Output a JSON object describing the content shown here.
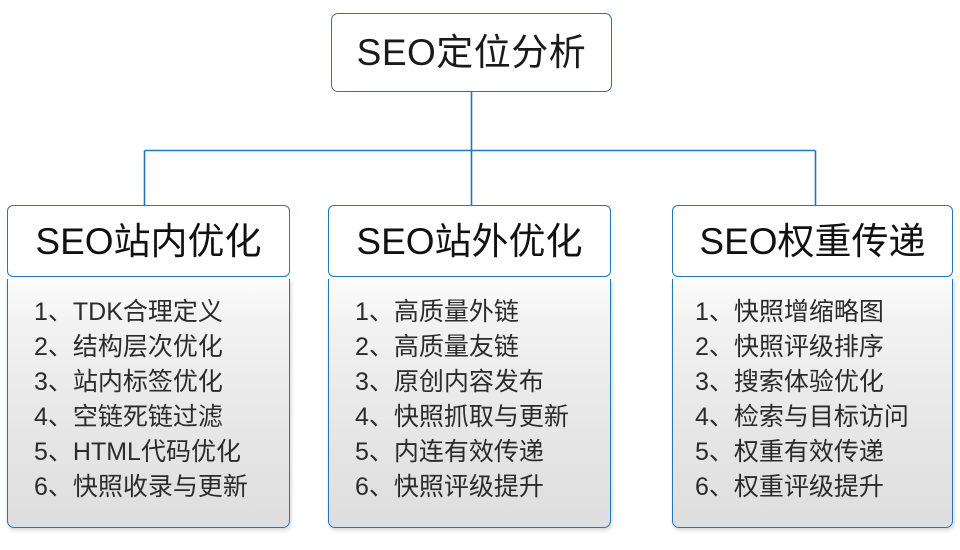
{
  "diagram": {
    "type": "org-tree",
    "root": {
      "label": "SEO定位分析"
    },
    "branches": [
      {
        "title": "SEO站内优化",
        "items": [
          "1、TDK合理定义",
          "2、结构层次优化",
          "3、站内标签优化",
          "4、空链死链过滤",
          "5、HTML代码优化",
          "6、快照收录与更新"
        ]
      },
      {
        "title": "SEO站外优化",
        "items": [
          "1、高质量外链",
          "2、高质量友链",
          "3、原创内容发布",
          "4、快照抓取与更新",
          "5、内连有效传递",
          "6、快照评级提升"
        ]
      },
      {
        "title": "SEO权重传递",
        "items": [
          "1、快照增缩略图",
          "2、快照评级排序",
          "3、搜索体验优化",
          "4、检索与目标访问",
          "5、权重有效传递",
          "6、权重评级提升"
        ]
      }
    ],
    "colors": {
      "border": "#2176bd",
      "connector": "#2176bd",
      "header_fill": "#ffffff",
      "body_fill": "#e6e6e6",
      "text": "#1a1a1a"
    }
  }
}
